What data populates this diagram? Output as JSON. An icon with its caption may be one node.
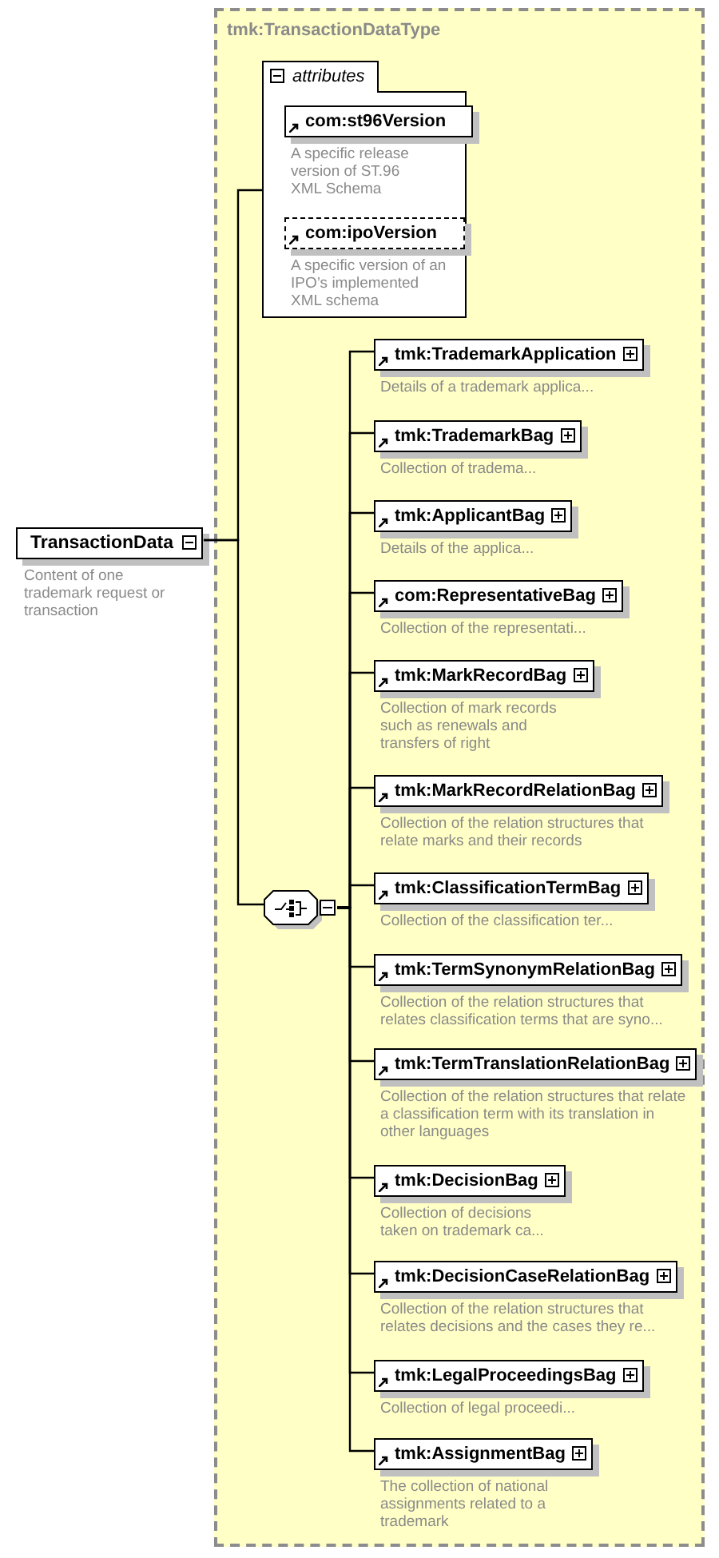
{
  "diagram": {
    "nodes": [
      {
        "text": [
          "TransactionData"
        ],
        "beside": [
          "Content of one trademark request or transaction"
        ]
      },
      {
        "text": [
          "tmk:TransactionDataType"
        ]
      },
      {
        "text": [
          "attributes"
        ],
        "in": 1
      },
      {
        "text": [
          "com:st96Version"
        ],
        "in": 2,
        "beside": [
          "A specific release version of ST.96 XML Schema"
        ]
      },
      {
        "text": [
          "com:ipoVersion"
        ],
        "in": 2,
        "beside": [
          "A specific version of an IPO’s implemented XML schema"
        ]
      },
      {
        "text": [],
        "shape": "octagon",
        "in": 1
      },
      {
        "text": [
          "tmk:TrademarkApplication"
        ],
        "in": 1,
        "beside": [
          "Details of a trademark applica..."
        ]
      },
      {
        "text": [
          "tmk:TrademarkBag"
        ],
        "in": 1,
        "beside": [
          "Collection of tradema..."
        ]
      },
      {
        "text": [
          "tmk:ApplicantBag"
        ],
        "in": 1,
        "beside": [
          "Details of the applica..."
        ]
      },
      {
        "text": [
          "com:RepresentativeBag"
        ],
        "in": 1,
        "beside": [
          "Collection of the representati..."
        ]
      },
      {
        "text": [
          "tmk:MarkRecordBag"
        ],
        "in": 1,
        "beside": [
          "Collection of mark records such as renewals and transfers of right"
        ]
      },
      {
        "text": [
          "tmk:MarkRecordRelationBag"
        ],
        "in": 1,
        "beside": [
          "Collection of the relation structures that relate marks and their records"
        ]
      },
      {
        "text": [
          "tmk:ClassificationTermBag"
        ],
        "in": 1,
        "beside": [
          "Collection of the classification ter..."
        ]
      },
      {
        "text": [
          "tmk:TermSynonymRelationBag"
        ],
        "in": 1,
        "beside": [
          "Collection of the relation structures that relates classification terms that are syno..."
        ]
      },
      {
        "text": [
          "tmk:TermTranslationRelationBag"
        ],
        "in": 1,
        "beside": [
          "Collection of the relation structures that relate a classification term with its translation in other languages"
        ]
      },
      {
        "text": [
          "tmk:DecisionBag"
        ],
        "in": 1,
        "beside": [
          "Collection of decisions taken on trademark ca..."
        ]
      },
      {
        "text": [
          "tmk:DecisionCaseRelationBag"
        ],
        "in": 1,
        "beside": [
          "Collection of the relation structures that relates decisions and the cases they re..."
        ]
      },
      {
        "text": [
          "tmk:LegalProceedingsBag"
        ],
        "in": 1,
        "beside": [
          "Collection of legal proceedi..."
        ]
      },
      {
        "text": [
          "tmk:AssignmentBag"
        ],
        "in": 1,
        "beside": [
          "The collection of national assignments related to a trademark"
        ]
      }
    ],
    "edges": [
      {
        "from": 0,
        "to": 2,
        "arrow": "none"
      },
      {
        "from": 0,
        "to": 5,
        "arrow": "none"
      },
      {
        "from": 5,
        "to": 6,
        "arrow": "none"
      },
      {
        "from": 5,
        "to": 7,
        "arrow": "none"
      },
      {
        "from": 5,
        "to": 8,
        "arrow": "none"
      },
      {
        "from": 5,
        "to": 9,
        "arrow": "none"
      },
      {
        "from": 5,
        "to": 10,
        "arrow": "none"
      },
      {
        "from": 5,
        "to": 11,
        "arrow": "none"
      },
      {
        "from": 5,
        "to": 12,
        "arrow": "none"
      },
      {
        "from": 5,
        "to": 13,
        "arrow": "none"
      },
      {
        "from": 5,
        "to": 14,
        "arrow": "none"
      },
      {
        "from": 5,
        "to": 15,
        "arrow": "none"
      },
      {
        "from": 5,
        "to": 16,
        "arrow": "none"
      },
      {
        "from": 5,
        "to": 17,
        "arrow": "none"
      },
      {
        "from": 5,
        "to": 18,
        "arrow": "none"
      }
    ]
  }
}
